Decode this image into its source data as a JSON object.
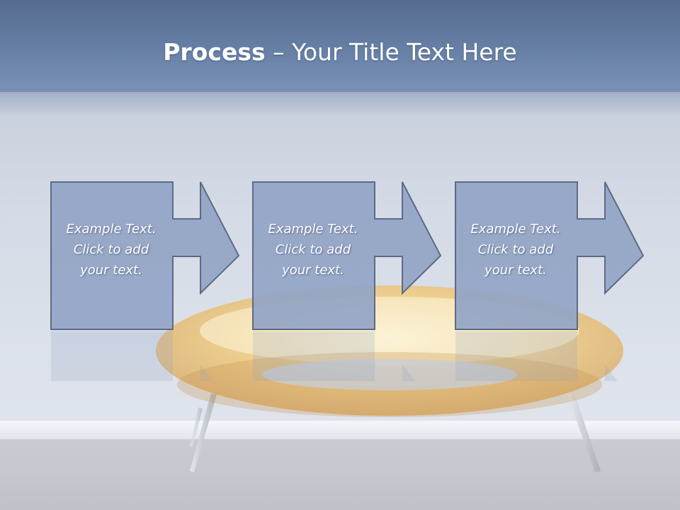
{
  "title": {
    "bold": "Process",
    "rest": " – Your Title Text Here"
  },
  "steps": [
    {
      "line1": "Example Text.",
      "line2": "Click  to add",
      "line3": "your text."
    },
    {
      "line1": "Example Text.",
      "line2": "Click  to add",
      "line3": "your text."
    },
    {
      "line1": "Example Text.",
      "line2": "Click  to add",
      "line3": "your text."
    }
  ],
  "colors": {
    "header": "#6780a6",
    "box_fill": "#92a4c6",
    "box_stroke": "#5c6b85",
    "text": "#ffffff",
    "sofa_glow": "#f7c96a"
  }
}
